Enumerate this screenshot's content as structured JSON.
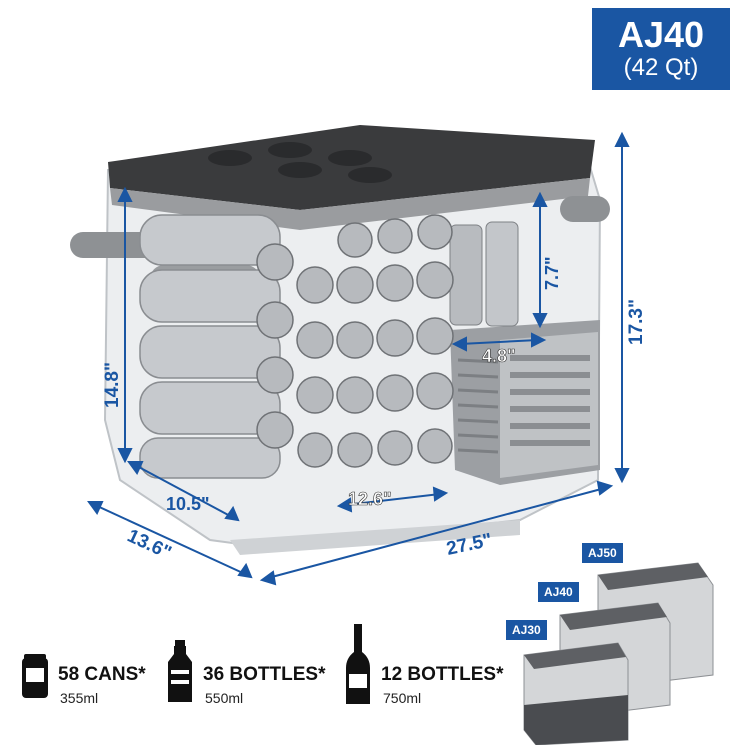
{
  "badge": {
    "model": "AJ40",
    "capacity": "(42 Qt)"
  },
  "dimensions": {
    "height_total": "17.3\"",
    "height_inner": "14.8\"",
    "depth_inner": "10.5\"",
    "depth_total": "13.6\"",
    "width_inner": "12.6\"",
    "width_total": "27.5\"",
    "compartment_height": "7.7\"",
    "compartment_width": "4.8\""
  },
  "capacity_items": [
    {
      "icon": "can-icon",
      "title": "58 CANS*",
      "sub": "355ml"
    },
    {
      "icon": "bottle-icon",
      "title": "36 BOTTLES*",
      "sub": "550ml"
    },
    {
      "icon": "wine-bottle-icon",
      "title": "12 BOTTLES*",
      "sub": "750ml"
    }
  ],
  "size_models": [
    "AJ50",
    "AJ40",
    "AJ30"
  ],
  "colors": {
    "accent": "#1a56a3",
    "lid": "#3a3b3d",
    "body": "#d8d9db"
  }
}
